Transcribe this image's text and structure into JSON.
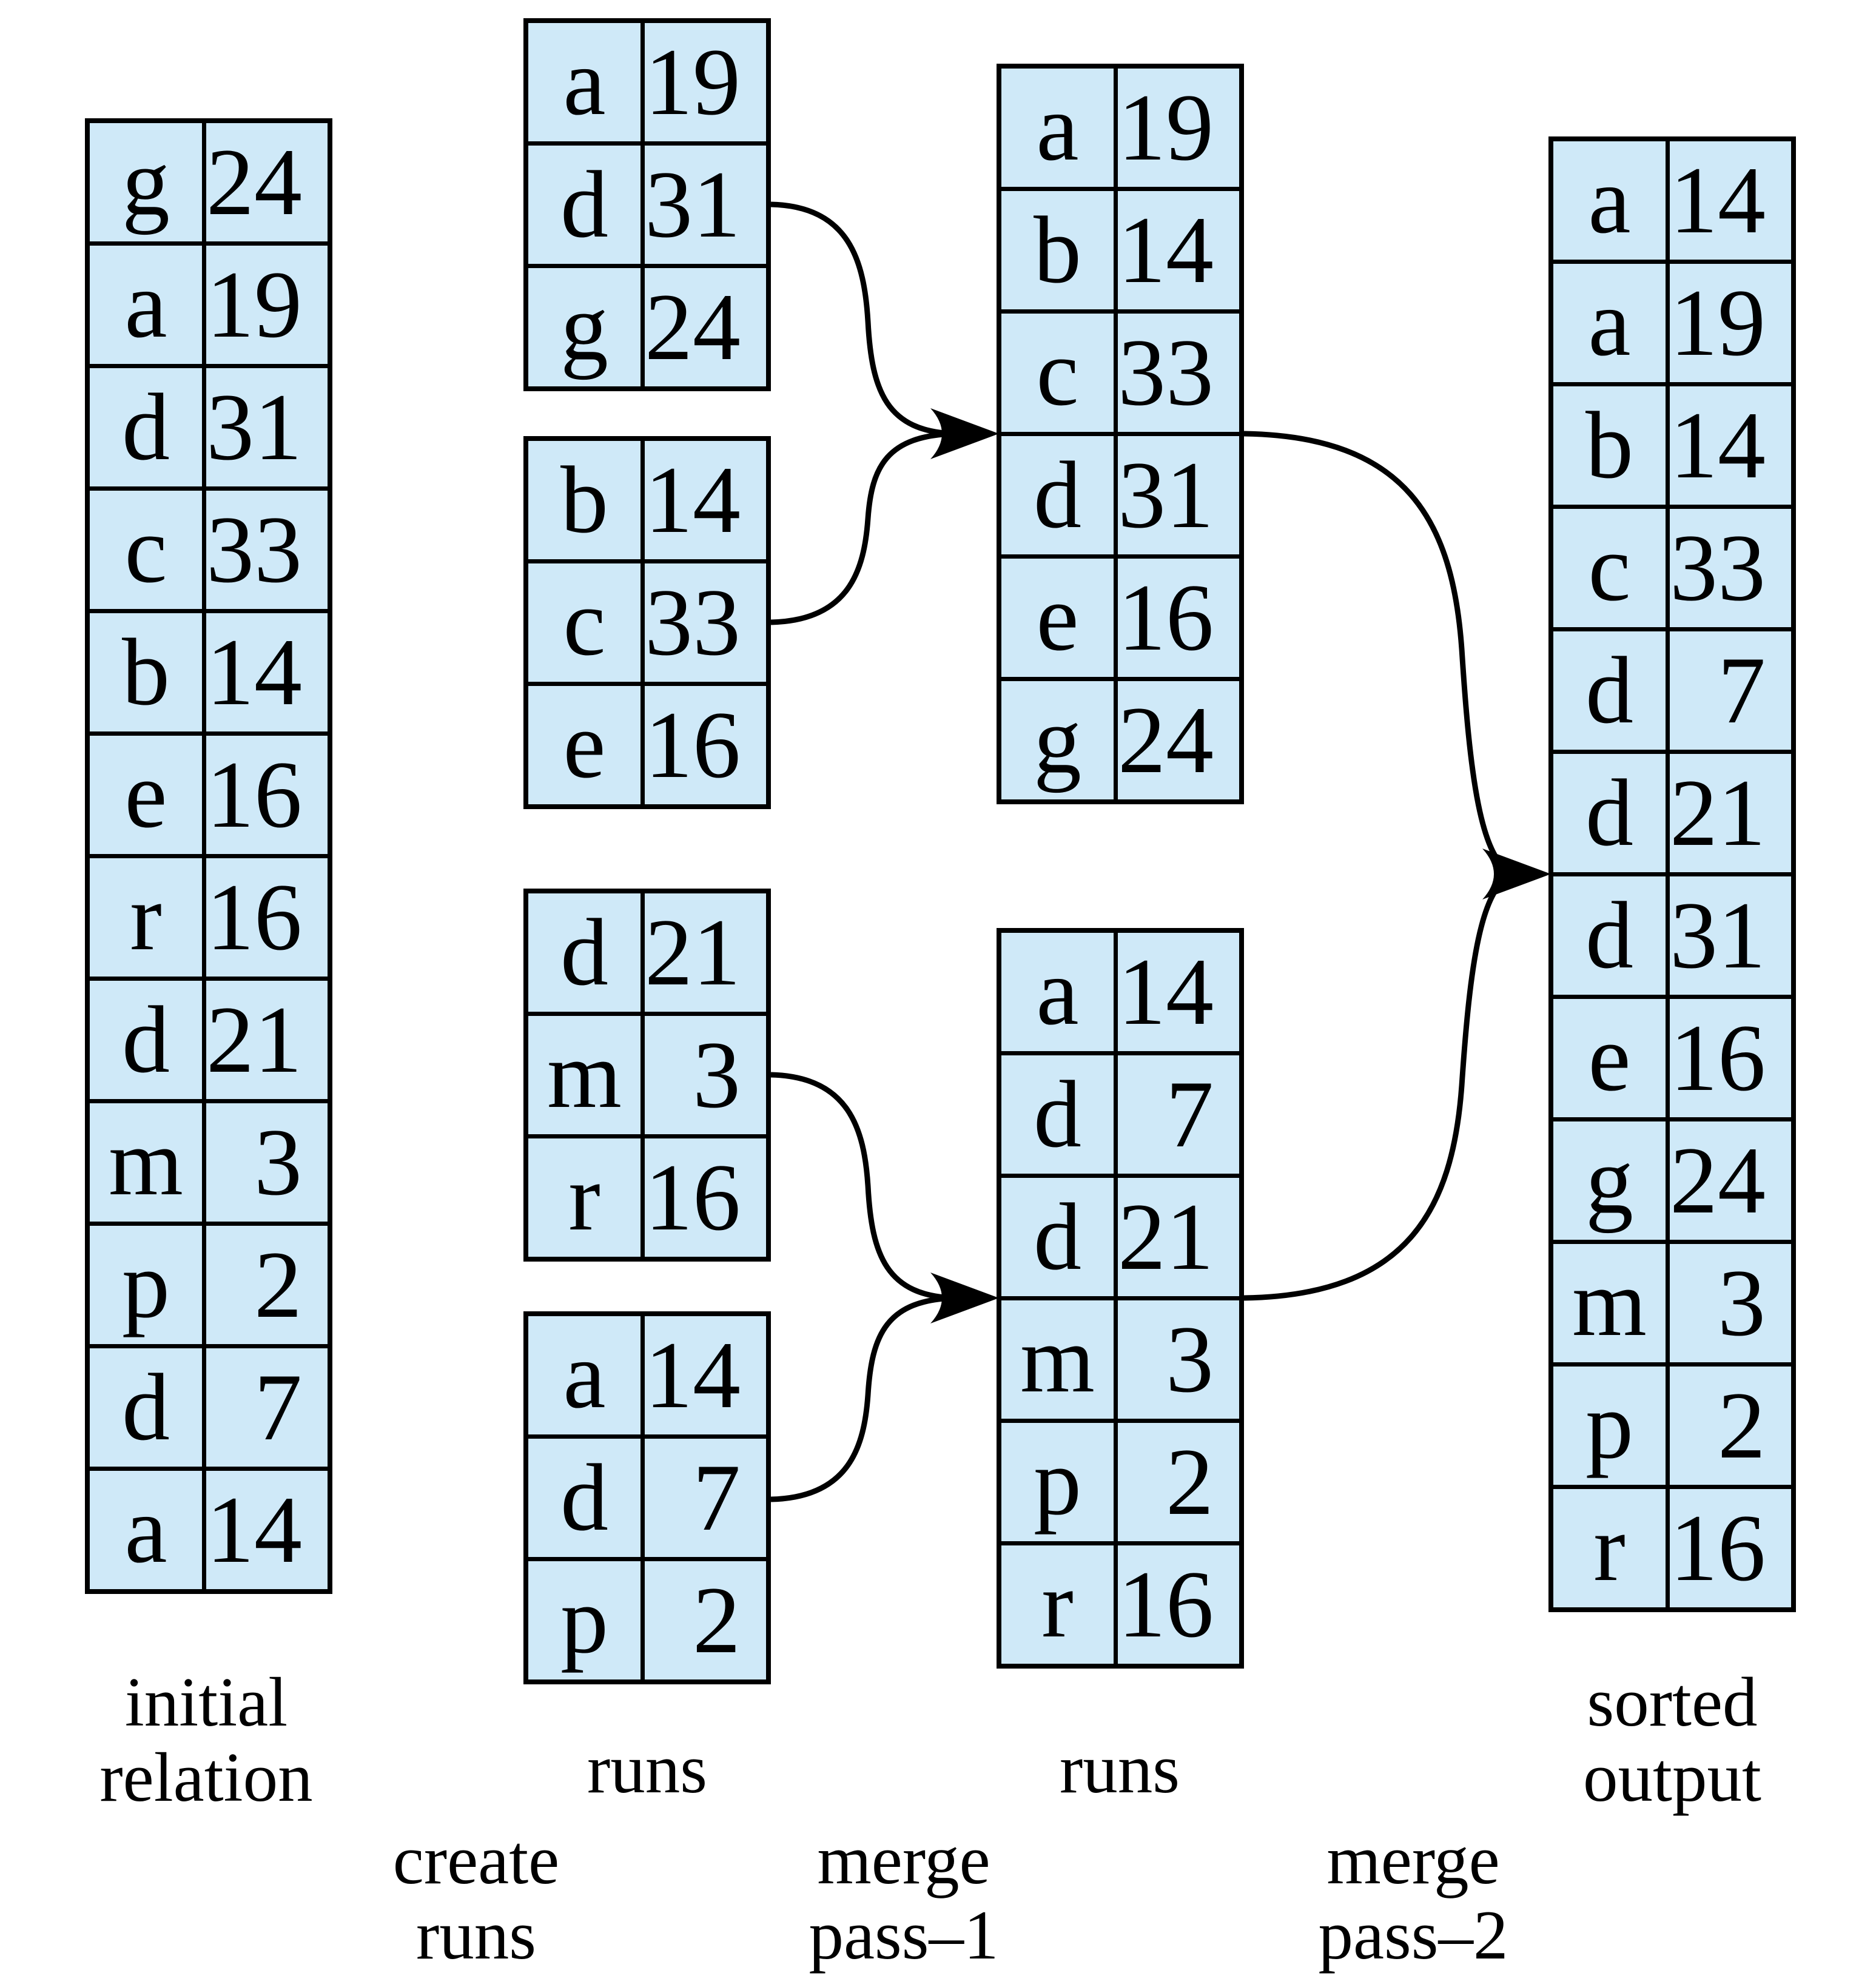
{
  "figure": {
    "colors": {
      "cell_fill": "#cfe9f8",
      "border": "#000000",
      "background": "#ffffff"
    },
    "stage_labels": {
      "initial_relation": "initial\nrelation",
      "runs_pass1": "runs",
      "runs_pass2": "runs",
      "sorted_output": "sorted\noutput"
    },
    "transition_labels": {
      "create_runs": "create\nruns",
      "merge_pass_1": "merge\npass–1",
      "merge_pass_2": "merge\npass–2"
    },
    "tables": {
      "initial_relation": {
        "rows": [
          {
            "key": "g",
            "value": "24"
          },
          {
            "key": "a",
            "value": "19"
          },
          {
            "key": "d",
            "value": "31"
          },
          {
            "key": "c",
            "value": "33"
          },
          {
            "key": "b",
            "value": "14"
          },
          {
            "key": "e",
            "value": "16"
          },
          {
            "key": "r",
            "value": "16"
          },
          {
            "key": "d",
            "value": "21"
          },
          {
            "key": "m",
            "value": "3"
          },
          {
            "key": "p",
            "value": "2"
          },
          {
            "key": "d",
            "value": "7"
          },
          {
            "key": "a",
            "value": "14"
          }
        ]
      },
      "created_runs": [
        {
          "rows": [
            {
              "key": "a",
              "value": "19"
            },
            {
              "key": "d",
              "value": "31"
            },
            {
              "key": "g",
              "value": "24"
            }
          ]
        },
        {
          "rows": [
            {
              "key": "b",
              "value": "14"
            },
            {
              "key": "c",
              "value": "33"
            },
            {
              "key": "e",
              "value": "16"
            }
          ]
        },
        {
          "rows": [
            {
              "key": "d",
              "value": "21"
            },
            {
              "key": "m",
              "value": "3"
            },
            {
              "key": "r",
              "value": "16"
            }
          ]
        },
        {
          "rows": [
            {
              "key": "a",
              "value": "14"
            },
            {
              "key": "d",
              "value": "7"
            },
            {
              "key": "p",
              "value": "2"
            }
          ]
        }
      ],
      "merge_pass1_runs": [
        {
          "rows": [
            {
              "key": "a",
              "value": "19"
            },
            {
              "key": "b",
              "value": "14"
            },
            {
              "key": "c",
              "value": "33"
            },
            {
              "key": "d",
              "value": "31"
            },
            {
              "key": "e",
              "value": "16"
            },
            {
              "key": "g",
              "value": "24"
            }
          ]
        },
        {
          "rows": [
            {
              "key": "a",
              "value": "14"
            },
            {
              "key": "d",
              "value": "7"
            },
            {
              "key": "d",
              "value": "21"
            },
            {
              "key": "m",
              "value": "3"
            },
            {
              "key": "p",
              "value": "2"
            },
            {
              "key": "r",
              "value": "16"
            }
          ]
        }
      ],
      "sorted_output": {
        "rows": [
          {
            "key": "a",
            "value": "14"
          },
          {
            "key": "a",
            "value": "19"
          },
          {
            "key": "b",
            "value": "14"
          },
          {
            "key": "c",
            "value": "33"
          },
          {
            "key": "d",
            "value": "7"
          },
          {
            "key": "d",
            "value": "21"
          },
          {
            "key": "d",
            "value": "31"
          },
          {
            "key": "e",
            "value": "16"
          },
          {
            "key": "g",
            "value": "24"
          },
          {
            "key": "m",
            "value": "3"
          },
          {
            "key": "p",
            "value": "2"
          },
          {
            "key": "r",
            "value": "16"
          }
        ]
      }
    },
    "arrows": [
      {
        "from": "created-run-1",
        "to": "merge-pass1-run-1"
      },
      {
        "from": "created-run-2",
        "to": "merge-pass1-run-1"
      },
      {
        "from": "created-run-3",
        "to": "merge-pass1-run-2"
      },
      {
        "from": "created-run-4",
        "to": "merge-pass1-run-2"
      },
      {
        "from": "merge-pass1-run-1",
        "to": "sorted-output"
      },
      {
        "from": "merge-pass1-run-2",
        "to": "sorted-output"
      }
    ]
  }
}
